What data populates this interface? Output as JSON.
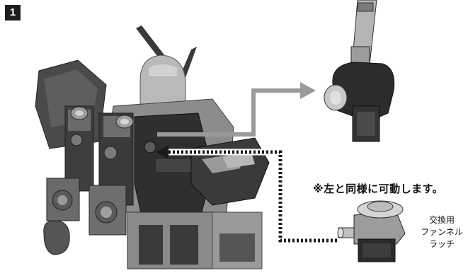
{
  "step": {
    "number": "1"
  },
  "note": {
    "text": "※左と同様に可動します。"
  },
  "part": {
    "lines": [
      "交換用",
      "ファンネル",
      "ラッチ"
    ]
  },
  "colors": {
    "arrow_gray": "#9a9a9a",
    "dotted_arrow": "#1a1a1a",
    "badge": "#1e1e1e"
  }
}
